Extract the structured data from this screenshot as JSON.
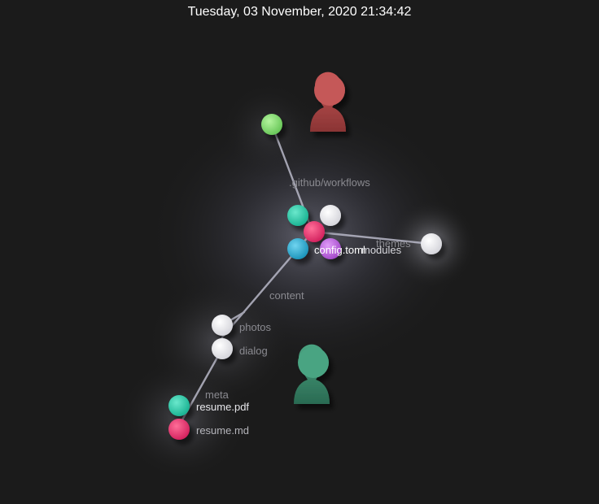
{
  "header": {
    "date_text": "Tuesday, 03 November, 2020 21:34:42"
  },
  "graph": {
    "labels": {
      "github_workflows": ".github/workflows",
      "themes": "themes",
      "config": "config.toml",
      "modules": "modules",
      "content": "content",
      "photos": "photos",
      "dialog": "dialog",
      "meta": "meta",
      "resume_pdf": "resume.pdf",
      "resume_md": "resume.md"
    },
    "colors": {
      "background": "#1b1b1b",
      "edge": "#b8b8c8",
      "node_white": "#f4f4f6",
      "node_green": "#8ee07a",
      "node_teal": "#35d1b4",
      "node_pink": "#f0407a",
      "node_purple": "#c86ee8",
      "node_blue": "#3ab6d8",
      "user_red": "#b24848",
      "user_green": "#3a8a6e"
    },
    "users": [
      {
        "id": "user-red",
        "icon": "user-icon"
      },
      {
        "id": "user-green",
        "icon": "user-icon"
      }
    ]
  }
}
